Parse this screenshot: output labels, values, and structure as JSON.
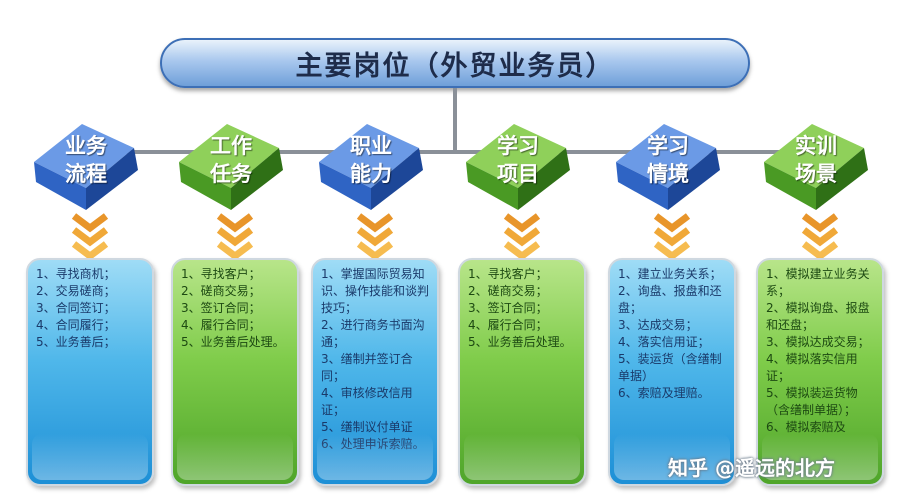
{
  "title": "主要岗位（外贸业务员）",
  "colors": {
    "blue": "#3f7fd4",
    "green": "#5cb330",
    "connector": "#8a9098"
  },
  "nodes": [
    {
      "label": "业务\n流程",
      "color": "blue",
      "items": [
        "1、寻找商机；",
        "2、交易磋商；",
        "3、合同签订；",
        "4、合同履行；",
        "5、业务善后；"
      ]
    },
    {
      "label": "工作\n任务",
      "color": "green",
      "items": [
        "1、寻找客户；",
        "2、磋商交易；",
        "3、签订合同；",
        "4、履行合同；",
        "5、业务善后处理。"
      ]
    },
    {
      "label": "职业\n能力",
      "color": "blue",
      "items": [
        "1、掌握国际贸易知识、操作技能和谈判技巧；",
        "2、进行商务书面沟通；",
        "3、缮制并签订合同；",
        "4、审核修改信用证；",
        "5、缮制议付单证",
        "6、处理申诉索赔。"
      ]
    },
    {
      "label": "学习\n项目",
      "color": "green",
      "items": [
        "1、寻找客户；",
        "2、磋商交易；",
        "3、签订合同；",
        "4、履行合同；",
        "5、业务善后处理。"
      ]
    },
    {
      "label": "学习\n情境",
      "color": "blue",
      "items": [
        "1、建立业务关系；",
        "2、询盘、报盘和还盘；",
        "3、达成交易；",
        "4、落实信用证；",
        "5、装运货（含缮制单据）",
        "6、索赔及理赔。"
      ]
    },
    {
      "label": "实训\n场景",
      "color": "green",
      "items": [
        "1、模拟建立业务关系；",
        "2、模拟询盘、报盘和还盘；",
        "3、模拟达成交易；",
        "4、模拟落实信用证；",
        "5、模拟装运货物（含缮制单据）；",
        "6、模拟索赔及"
      ]
    }
  ],
  "watermark": "知乎 @遥远的北方"
}
